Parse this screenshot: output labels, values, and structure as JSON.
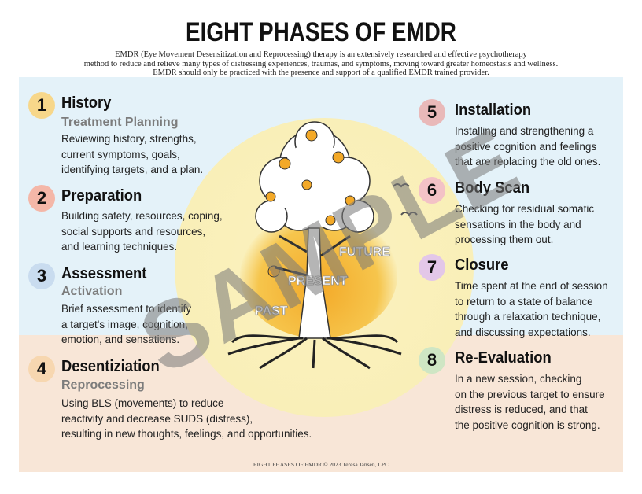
{
  "title": "EIGHT PHASES OF EMDR",
  "intro": [
    "EMDR (Eye Movement Desensitization and Reprocessing) therapy is an extensively researched and effective psychotherapy",
    "method to reduce and relieve many types of distressing experiences, traumas, and symptoms, moving toward greater homeostasis and wellness.",
    "EMDR should only be practiced with the presence and support of a qualified EMDR trained provider."
  ],
  "colors": {
    "blue_panel": "#e4f2f9",
    "peach_panel": "#f8e6d7",
    "sun": "#f9efb8",
    "orange": "#f3a928"
  },
  "phases": [
    {
      "num": "1",
      "title": "History",
      "subtitle": "Treatment Planning",
      "icon": "clipboard-icon",
      "lines": [
        "Reviewing history, strengths,",
        "current symptoms, goals,",
        "identifying targets, and a plan."
      ]
    },
    {
      "num": "2",
      "title": "Preparation",
      "subtitle": "",
      "icon": "meditating-person-icon",
      "lines": [
        "Building safety, resources, coping,",
        "social supports and resources,",
        "and learning techniques."
      ]
    },
    {
      "num": "3",
      "title": "Assessment",
      "subtitle": "Activation",
      "icon": "thermometer-icon",
      "lines": [
        "Brief assessment to identify",
        "a target's image, cognition,",
        "emotion, and sensations."
      ]
    },
    {
      "num": "4",
      "title": "Desentiziation",
      "subtitle": "Reprocessing",
      "icon": "head-profile-icon",
      "lines": [
        "Using BLS (movements) to reduce",
        "reactivity and decrease SUDS (distress),",
        "resulting in new thoughts, feelings, and opportunities."
      ]
    },
    {
      "num": "5",
      "title": "Installation",
      "subtitle": "",
      "icon": "brain-icon",
      "lines": [
        "Installing and strengthening a",
        "positive cognition and feelings",
        "that are replacing the old ones."
      ]
    },
    {
      "num": "6",
      "title": "Body Scan",
      "subtitle": "",
      "icon": "body-outline-icon",
      "lines": [
        "Checking for residual somatic",
        "sensations in the body and",
        "processing them out."
      ]
    },
    {
      "num": "7",
      "title": "Closure",
      "subtitle": "",
      "icon": "lotus-icon",
      "lines": [
        "Time spent at the end of session",
        "to return to a state of balance",
        "through a relaxation technique,",
        "and discussing expectations."
      ]
    },
    {
      "num": "8",
      "title": "Re-Evaluation",
      "subtitle": "",
      "icon": "checklist-icon",
      "lines": [
        "In a new session, checking",
        "on the previous target to ensure",
        "distress is reduced, and that",
        "the positive cognition is strong."
      ]
    }
  ],
  "tree_labels": {
    "future": "FUTURE",
    "present": "PRESENT",
    "past": "PAST"
  },
  "watermark": "SAMPLE",
  "footer": "EIGHT PHASES OF EMDR © 2023 Teresa Jansen, LPC"
}
